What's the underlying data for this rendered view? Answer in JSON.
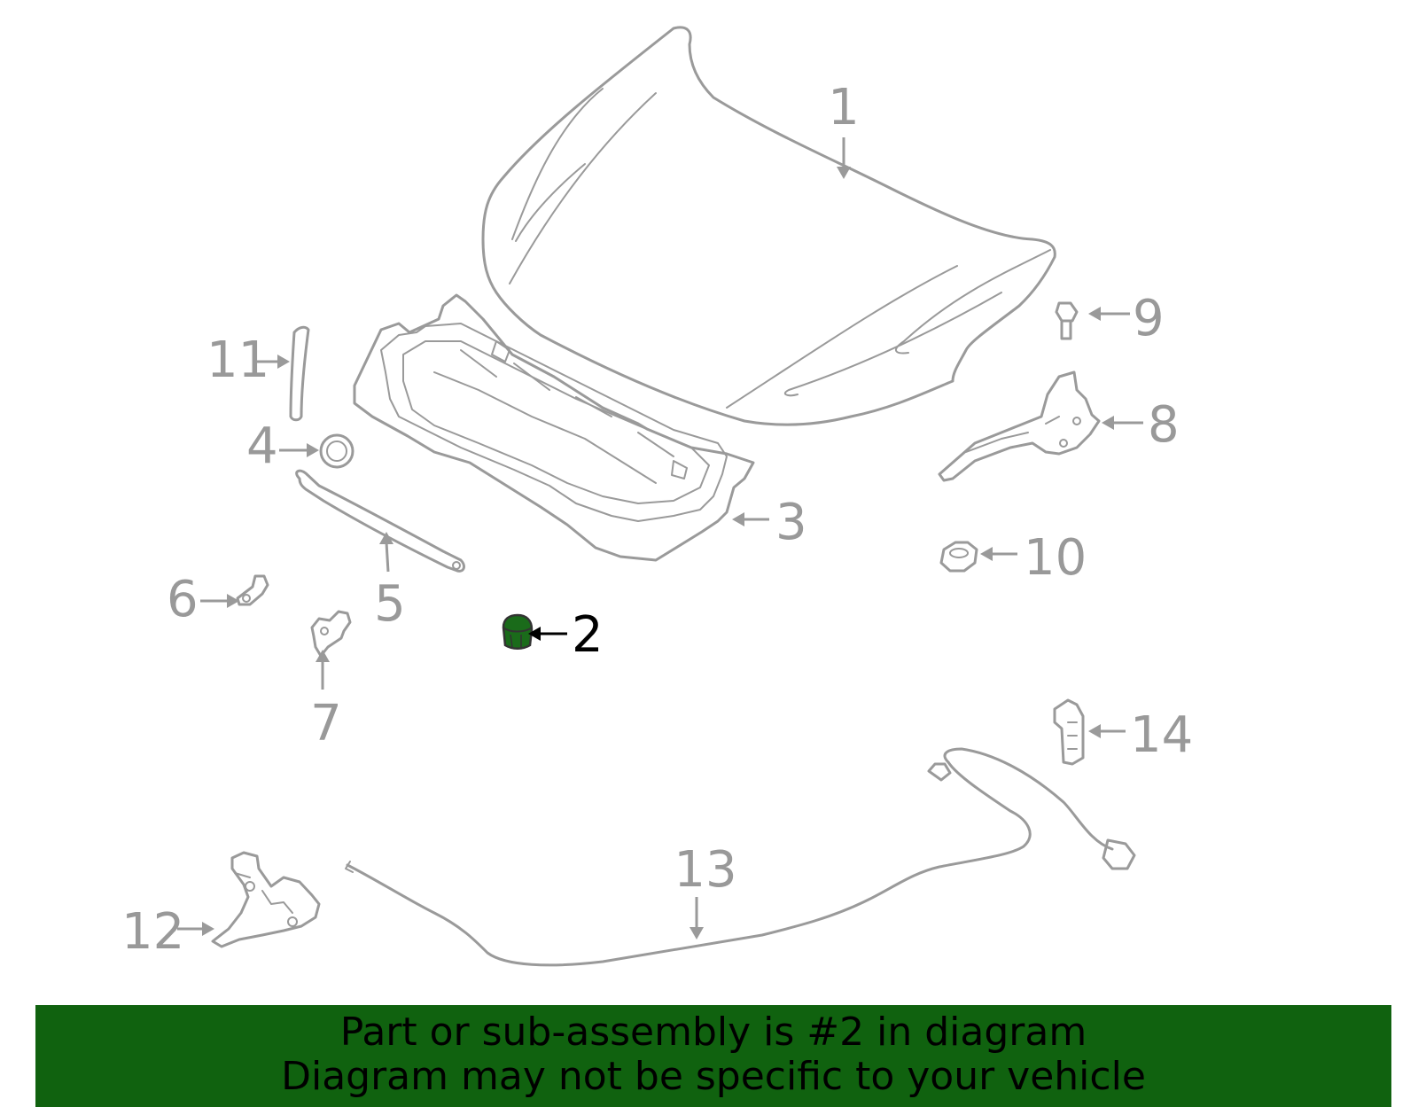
{
  "colors": {
    "line": "#9a9a9a",
    "label": "#999999",
    "highlight_fill": "#1a6b1a",
    "highlight_label": "#000000",
    "banner_bg": "#10620f"
  },
  "callouts": {
    "c1": "1",
    "c2": "2",
    "c3": "3",
    "c4": "4",
    "c5": "5",
    "c6": "6",
    "c7": "7",
    "c8": "8",
    "c9": "9",
    "c10": "10",
    "c11": "11",
    "c12": "12",
    "c13": "13",
    "c14": "14"
  },
  "highlighted_part": "2",
  "banner": {
    "line1": "Part or sub-assembly is #2 in diagram",
    "line2": "Diagram may not be specific to your vehicle"
  }
}
